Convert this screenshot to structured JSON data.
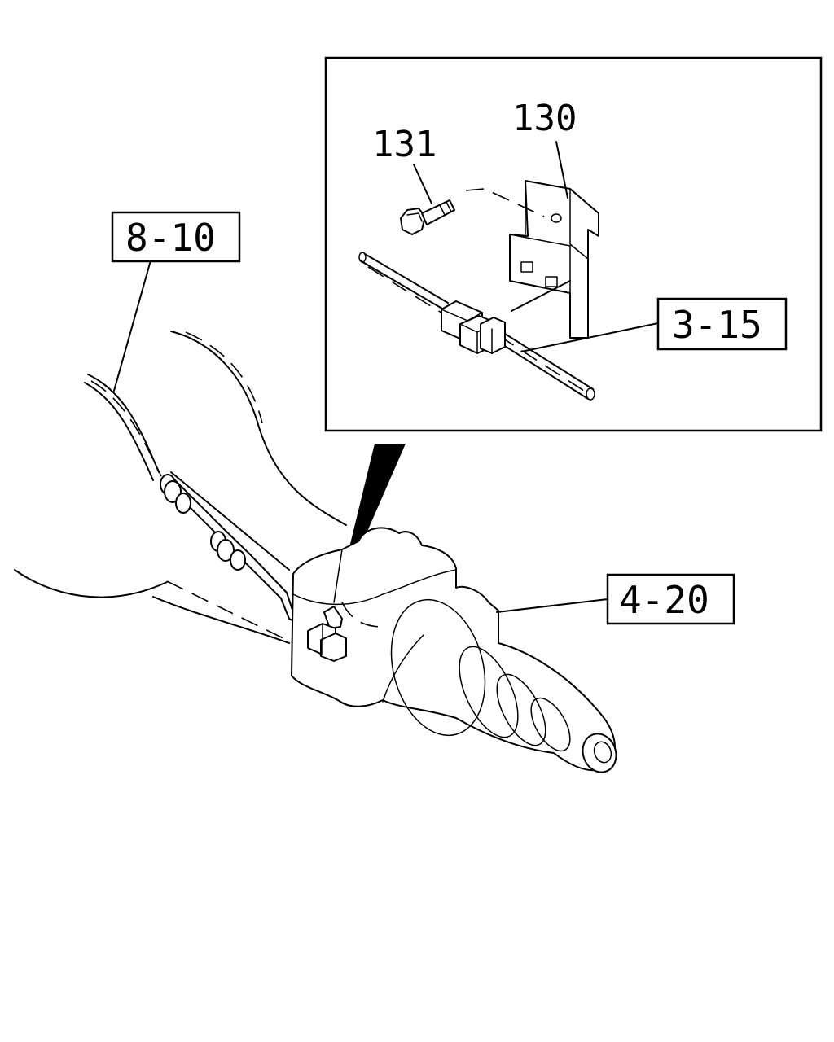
{
  "callouts": {
    "part_130": "130",
    "part_131": "131",
    "ref_8_10": "8-10",
    "ref_3_15": "3-15",
    "ref_4_20": "4-20"
  }
}
